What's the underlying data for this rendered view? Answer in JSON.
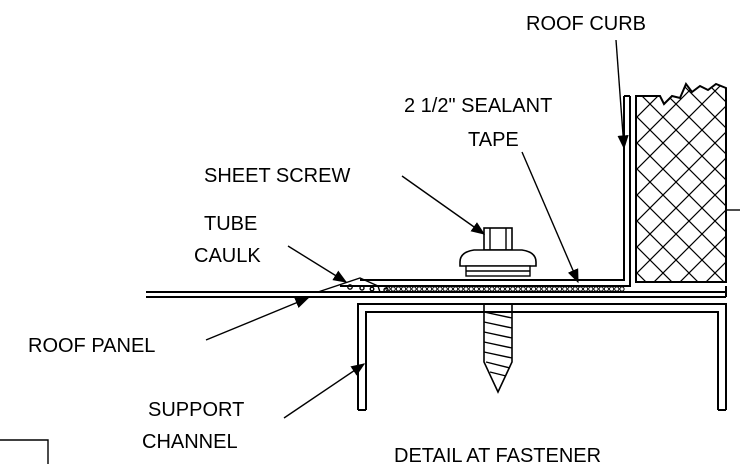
{
  "labels": {
    "roof_curb": "ROOF CURB",
    "sealant_line1": "2 1/2\" SEALANT",
    "sealant_line2": "TAPE",
    "sheet_screw": "SHEET SCREW",
    "tube_line1": "TUBE",
    "tube_line2": "CAULK",
    "roof_panel": "ROOF PANEL",
    "support_line1": "SUPPORT",
    "support_line2": "CHANNEL",
    "detail_title": "DETAIL AT FASTENER"
  }
}
